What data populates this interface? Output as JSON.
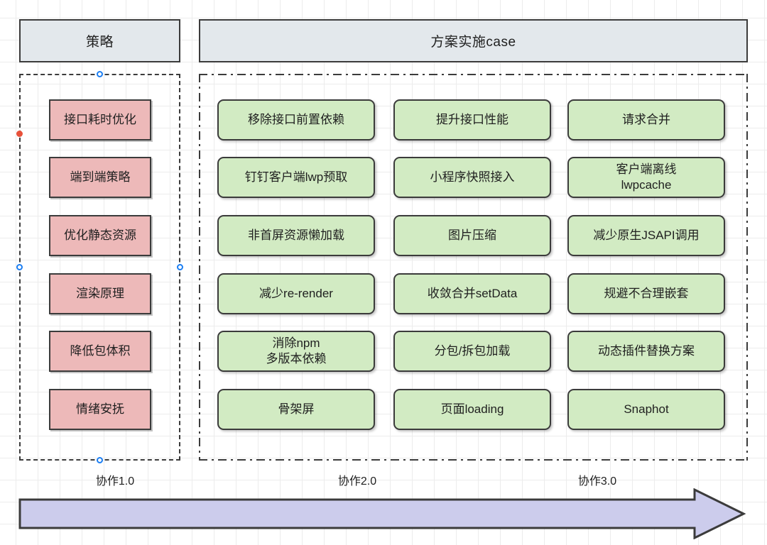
{
  "diagram": {
    "headers": {
      "strategy": "策略",
      "cases": "方案实施case"
    },
    "strategy_items": [
      {
        "label": "接口耗时优化"
      },
      {
        "label": "端到端策略"
      },
      {
        "label": "优化静态资源"
      },
      {
        "label": "渲染原理"
      },
      {
        "label": "降低包体积"
      },
      {
        "label": "情绪安抚"
      }
    ],
    "case_columns": [
      {
        "items": [
          {
            "line1": "移除接口前置依赖",
            "line2": ""
          },
          {
            "line1": "钉钉客户端lwp预取",
            "line2": ""
          },
          {
            "line1": "非首屏资源懒加载",
            "line2": ""
          },
          {
            "line1": "减少re-render",
            "line2": ""
          },
          {
            "line1": "消除npm",
            "line2": "多版本依赖"
          },
          {
            "line1": "骨架屏",
            "line2": ""
          }
        ]
      },
      {
        "items": [
          {
            "line1": "提升接口性能",
            "line2": ""
          },
          {
            "line1": "小程序快照接入",
            "line2": ""
          },
          {
            "line1": "图片压缩",
            "line2": ""
          },
          {
            "line1": "收敛合并setData",
            "line2": ""
          },
          {
            "line1": "分包/拆包加载",
            "line2": ""
          },
          {
            "line1": "页面loading",
            "line2": ""
          }
        ]
      },
      {
        "items": [
          {
            "line1": "请求合并",
            "line2": ""
          },
          {
            "line1": "客户端离线",
            "line2": "lwpcache"
          },
          {
            "line1": "减少原生JSAPI调用",
            "line2": ""
          },
          {
            "line1": "规避不合理嵌套",
            "line2": ""
          },
          {
            "line1": "动态插件替换方案",
            "line2": ""
          },
          {
            "line1": "Snaphot",
            "line2": ""
          }
        ]
      }
    ],
    "timeline": {
      "phases": [
        "协作1.0",
        "协作2.0",
        "协作3.0"
      ],
      "arrow_fill": "#ccccec",
      "arrow_stroke": "#3b3b3b"
    },
    "colors": {
      "header_fill": "#e3e8ec",
      "strategy_fill": "#edb9b9",
      "case_fill": "#d2ebc3",
      "outline": "#3b3b3b",
      "handle_select": "#1b7ef2",
      "handle_anchor": "#e8513a",
      "grid": "#ececec"
    }
  }
}
